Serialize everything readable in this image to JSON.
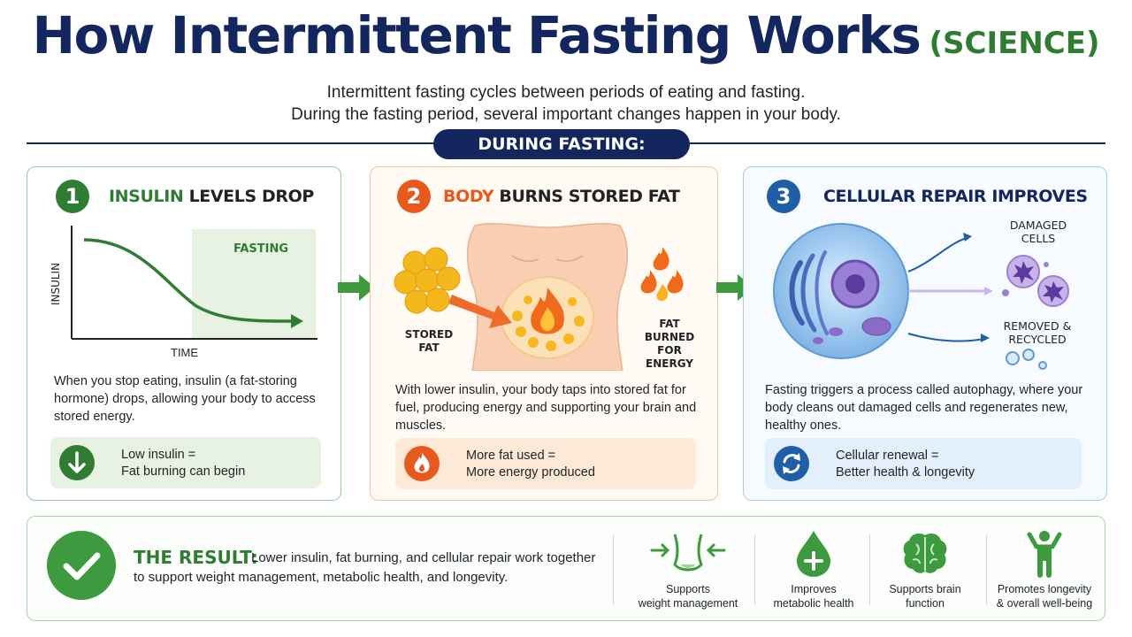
{
  "header": {
    "title": "How Intermittent Fasting Works",
    "title_tag": "(SCIENCE)",
    "subtitle_line1": "Intermittent fasting cycles between periods of eating and fasting.",
    "subtitle_line2": "During the fasting period, several important changes happen in your body.",
    "section_label": "DURING FASTING:"
  },
  "cards": [
    {
      "number": "1",
      "title_accent": "INSULIN",
      "title_rest": " LEVELS DROP",
      "chart_fasting_label": "FASTING",
      "chart_y_label": "INSULIN",
      "chart_x_label": "TIME",
      "description": "When you stop eating, insulin (a fat-storing hormone) drops, allowing your body to access stored energy.",
      "summary_line1": "Low insulin =",
      "summary_line2": "Fat burning can begin",
      "icon": "down-arrow-icon",
      "color": "#2e7d32"
    },
    {
      "number": "2",
      "title_accent": "BODY",
      "title_rest": " BURNS STORED FAT",
      "label_stored_fat_1": "STORED",
      "label_stored_fat_2": "FAT",
      "label_burned_1": "FAT",
      "label_burned_2": "BURNED",
      "label_burned_3": "FOR",
      "label_burned_4": "ENERGY",
      "description": "With lower insulin, your body taps into stored fat for fuel, producing energy and supporting your brain and muscles.",
      "summary_line1": "More fat used =",
      "summary_line2": "More energy produced",
      "icon": "flame-icon",
      "color": "#e65a1e"
    },
    {
      "number": "3",
      "title_accent": "CELLULAR",
      "title_rest": " REPAIR IMPROVES",
      "label_damaged_1": "DAMAGED",
      "label_damaged_2": "CELLS",
      "label_removed_1": "REMOVED &",
      "label_removed_2": "RECYCLED",
      "description": "Fasting triggers a process called autophagy, where your body cleans out damaged cells and regenerates new, healthy ones.",
      "summary_line1": "Cellular renewal =",
      "summary_line2": "Better health & longevity",
      "icon": "recycle-icon",
      "color": "#1f5fa8"
    }
  ],
  "result": {
    "title": "THE RESULT:",
    "text_line1": "Lower insulin, fat burning, and cellular repair work together",
    "text_line2": "to support weight management, metabolic health, and longevity.",
    "benefits": [
      {
        "line1": "Supports",
        "line2": "weight management",
        "icon": "waist-icon"
      },
      {
        "line1": "Improves",
        "line2": "metabolic health",
        "icon": "drop-plus-icon"
      },
      {
        "line1": "Supports brain",
        "line2": "function",
        "icon": "brain-icon"
      },
      {
        "line1": "Promotes longevity",
        "line2": "& overall well-being",
        "icon": "person-icon"
      }
    ]
  },
  "colors": {
    "navy": "#13265e",
    "green": "#2e7d32",
    "orange": "#e65a1e",
    "blue": "#1f5fa8"
  }
}
